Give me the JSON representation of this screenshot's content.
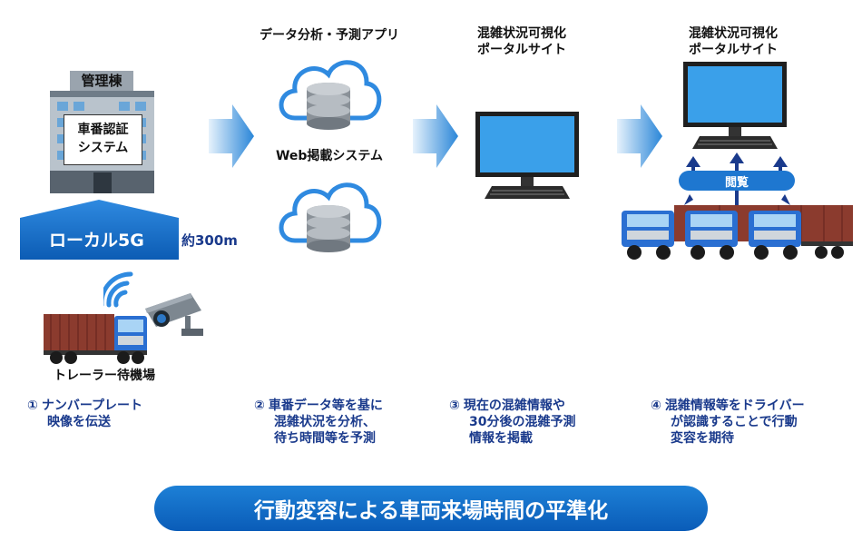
{
  "building": {
    "roof_label": "管理棟",
    "system_label_1": "車番認証",
    "system_label_2": "システム"
  },
  "local5g": {
    "label": "ローカル5G",
    "distance": "約300m"
  },
  "waiting_area": {
    "label": "トレーラー待機場"
  },
  "cloud": {
    "top_label": "データ分析・予測アプリ",
    "middle_label": "Web掲載システム"
  },
  "portal_1": {
    "line1": "混雑状況可視化",
    "line2": "ポータルサイト"
  },
  "portal_2": {
    "line1": "混雑状況可視化",
    "line2": "ポータルサイト",
    "view_label": "閲覧"
  },
  "steps": [
    {
      "num": "①",
      "lines": [
        "ナンバープレート",
        "映像を伝送"
      ]
    },
    {
      "num": "②",
      "lines": [
        "車番データ等を基に",
        "混雑状況を分析、",
        "待ち時間等を予測"
      ]
    },
    {
      "num": "③",
      "lines": [
        "現在の混雑情報や",
        "30分後の混雑予測",
        "情報を掲載"
      ]
    },
    {
      "num": "④",
      "lines": [
        "混雑情報等をドライバー",
        "が認識することで行動",
        "変容を期待"
      ]
    }
  ],
  "banner": {
    "text": "行動変容による車両来場時間の平準化"
  },
  "colors": {
    "accent": "#1a3a8c",
    "arrow": "#2a86d8",
    "banner": "#0a5cb8",
    "screen": "#3aa0ea",
    "container": "#8b3b2e",
    "cab": "#2a6fd2"
  }
}
